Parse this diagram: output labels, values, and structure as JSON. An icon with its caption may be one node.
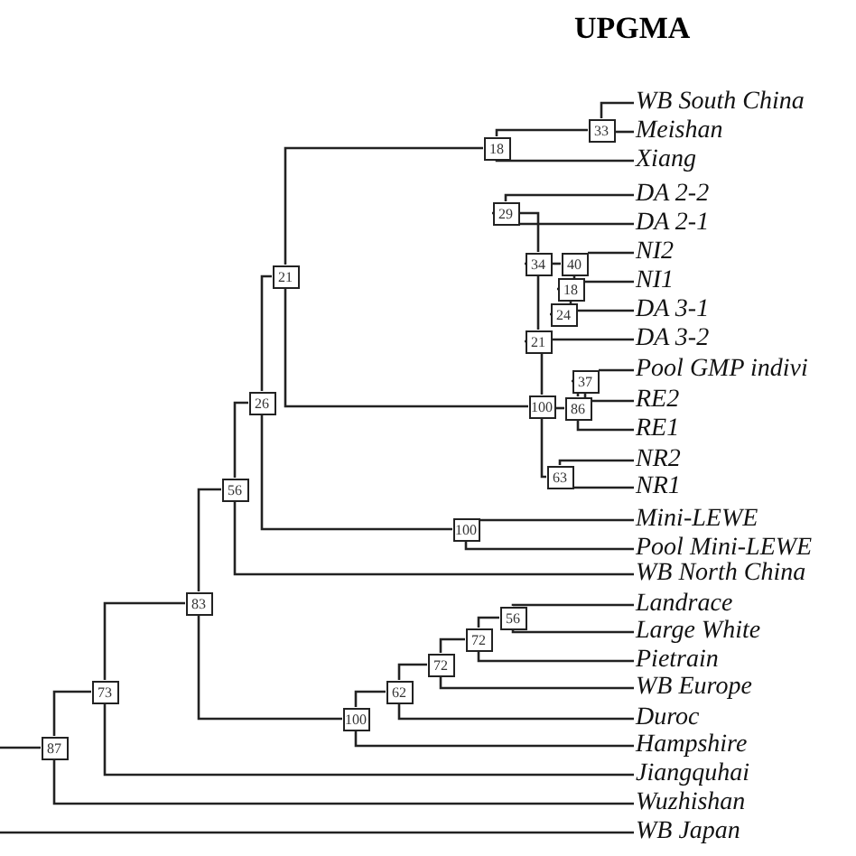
{
  "diagram": {
    "title": "UPGMA",
    "nodes": [
      {
        "text": [
          "33"
        ]
      },
      {
        "text": [
          "WB South China"
        ]
      },
      {
        "text": [
          "Meishan"
        ]
      },
      {
        "text": [
          "18"
        ]
      },
      {
        "text": [
          "Xiang"
        ]
      },
      {
        "text": [
          "29"
        ]
      },
      {
        "text": [
          "DA 2-2"
        ]
      },
      {
        "text": [
          "DA 2-1"
        ]
      },
      {
        "text": [
          "21"
        ]
      },
      {
        "text": [
          "34"
        ]
      },
      {
        "text": [
          "40"
        ]
      },
      {
        "text": [
          "NI2"
        ]
      },
      {
        "text": [
          "18"
        ]
      },
      {
        "text": [
          "NI1"
        ]
      },
      {
        "text": [
          "24"
        ]
      },
      {
        "text": [
          "DA 3-1"
        ]
      },
      {
        "text": [
          "21"
        ]
      },
      {
        "text": [
          "DA 3-2"
        ]
      },
      {
        "text": [
          "Pool GMP indivi"
        ]
      },
      {
        "text": [
          "37"
        ]
      },
      {
        "text": [
          "26"
        ]
      },
      {
        "text": [
          "100"
        ]
      },
      {
        "text": [
          "86"
        ]
      },
      {
        "text": [
          "RE2"
        ]
      },
      {
        "text": [
          "RE1"
        ]
      },
      {
        "text": [
          "NR2"
        ]
      },
      {
        "text": [
          "63"
        ]
      },
      {
        "text": [
          "NR1"
        ]
      },
      {
        "text": [
          "56"
        ]
      },
      {
        "text": [
          "100"
        ]
      },
      {
        "text": [
          "Mini-LEWE"
        ]
      },
      {
        "text": [
          "Pool Mini-LEWE"
        ]
      },
      {
        "text": [
          "WB North China"
        ]
      },
      {
        "text": [
          "83"
        ]
      },
      {
        "text": [
          "Landrace"
        ]
      },
      {
        "text": [
          "56"
        ]
      },
      {
        "text": [
          "Large White"
        ]
      },
      {
        "text": [
          "72"
        ]
      },
      {
        "text": [
          "Pietrain"
        ]
      },
      {
        "text": [
          "72"
        ]
      },
      {
        "text": [
          "WB Europe"
        ]
      },
      {
        "text": [
          "62"
        ]
      },
      {
        "text": [
          "Duroc"
        ]
      },
      {
        "text": [
          "100"
        ]
      },
      {
        "text": [
          "Hampshire"
        ]
      },
      {
        "text": [
          "73"
        ]
      },
      {
        "text": [
          "Jiangquhai"
        ]
      },
      {
        "text": [
          "87"
        ]
      },
      {
        "text": [
          "Wuzhishan"
        ]
      },
      {
        "text": [
          "WB Japan"
        ]
      }
    ],
    "edges": [
      {
        "from": 0,
        "to": 1,
        "arrow": "none"
      },
      {
        "from": 0,
        "to": 2,
        "arrow": "none"
      },
      {
        "from": 3,
        "to": 0,
        "arrow": "none"
      },
      {
        "from": 3,
        "to": 4,
        "arrow": "none"
      },
      {
        "from": 5,
        "to": 6,
        "arrow": "none"
      },
      {
        "from": 5,
        "to": 7,
        "arrow": "none"
      },
      {
        "from": 9,
        "to": 5,
        "arrow": "none"
      },
      {
        "from": 9,
        "to": 10,
        "arrow": "none"
      },
      {
        "from": 10,
        "to": 11,
        "arrow": "none"
      },
      {
        "from": 10,
        "to": 12,
        "arrow": "none"
      },
      {
        "from": 12,
        "to": 13,
        "arrow": "none"
      },
      {
        "from": 12,
        "to": 14,
        "arrow": "none"
      },
      {
        "from": 14,
        "to": 15,
        "arrow": "none"
      },
      {
        "from": 16,
        "to": 9,
        "arrow": "none"
      },
      {
        "from": 16,
        "to": 17,
        "arrow": "none"
      },
      {
        "from": 19,
        "to": 18,
        "arrow": "none"
      },
      {
        "from": 19,
        "to": 23,
        "arrow": "none"
      },
      {
        "from": 22,
        "to": 19,
        "arrow": "none"
      },
      {
        "from": 22,
        "to": 24,
        "arrow": "none"
      },
      {
        "from": 21,
        "to": 16,
        "arrow": "none"
      },
      {
        "from": 21,
        "to": 22,
        "arrow": "none"
      },
      {
        "from": 21,
        "to": 26,
        "arrow": "none"
      },
      {
        "from": 26,
        "to": 25,
        "arrow": "none"
      },
      {
        "from": 26,
        "to": 27,
        "arrow": "none"
      },
      {
        "from": 8,
        "to": 3,
        "arrow": "none"
      },
      {
        "from": 8,
        "to": 21,
        "arrow": "none"
      },
      {
        "from": 20,
        "to": 8,
        "arrow": "none"
      },
      {
        "from": 20,
        "to": 29,
        "arrow": "none"
      },
      {
        "from": 29,
        "to": 30,
        "arrow": "none"
      },
      {
        "from": 29,
        "to": 31,
        "arrow": "none"
      },
      {
        "from": 28,
        "to": 20,
        "arrow": "none"
      },
      {
        "from": 28,
        "to": 32,
        "arrow": "none"
      },
      {
        "from": 33,
        "to": 28,
        "arrow": "none"
      },
      {
        "from": 33,
        "to": 43,
        "arrow": "none"
      },
      {
        "from": 35,
        "to": 34,
        "arrow": "none"
      },
      {
        "from": 35,
        "to": 36,
        "arrow": "none"
      },
      {
        "from": 37,
        "to": 35,
        "arrow": "none"
      },
      {
        "from": 37,
        "to": 38,
        "arrow": "none"
      },
      {
        "from": 39,
        "to": 37,
        "arrow": "none"
      },
      {
        "from": 39,
        "to": 40,
        "arrow": "none"
      },
      {
        "from": 41,
        "to": 39,
        "arrow": "none"
      },
      {
        "from": 41,
        "to": 42,
        "arrow": "none"
      },
      {
        "from": 43,
        "to": 41,
        "arrow": "none"
      },
      {
        "from": 43,
        "to": 44,
        "arrow": "none"
      },
      {
        "from": 45,
        "to": 33,
        "arrow": "none"
      },
      {
        "from": 45,
        "to": 46,
        "arrow": "none"
      },
      {
        "from": 47,
        "to": 45,
        "arrow": "none"
      },
      {
        "from": 47,
        "to": 48,
        "arrow": "none"
      },
      {
        "from": null,
        "to": 47,
        "arrow": "none"
      },
      {
        "from": null,
        "to": 49,
        "arrow": "none"
      }
    ]
  }
}
